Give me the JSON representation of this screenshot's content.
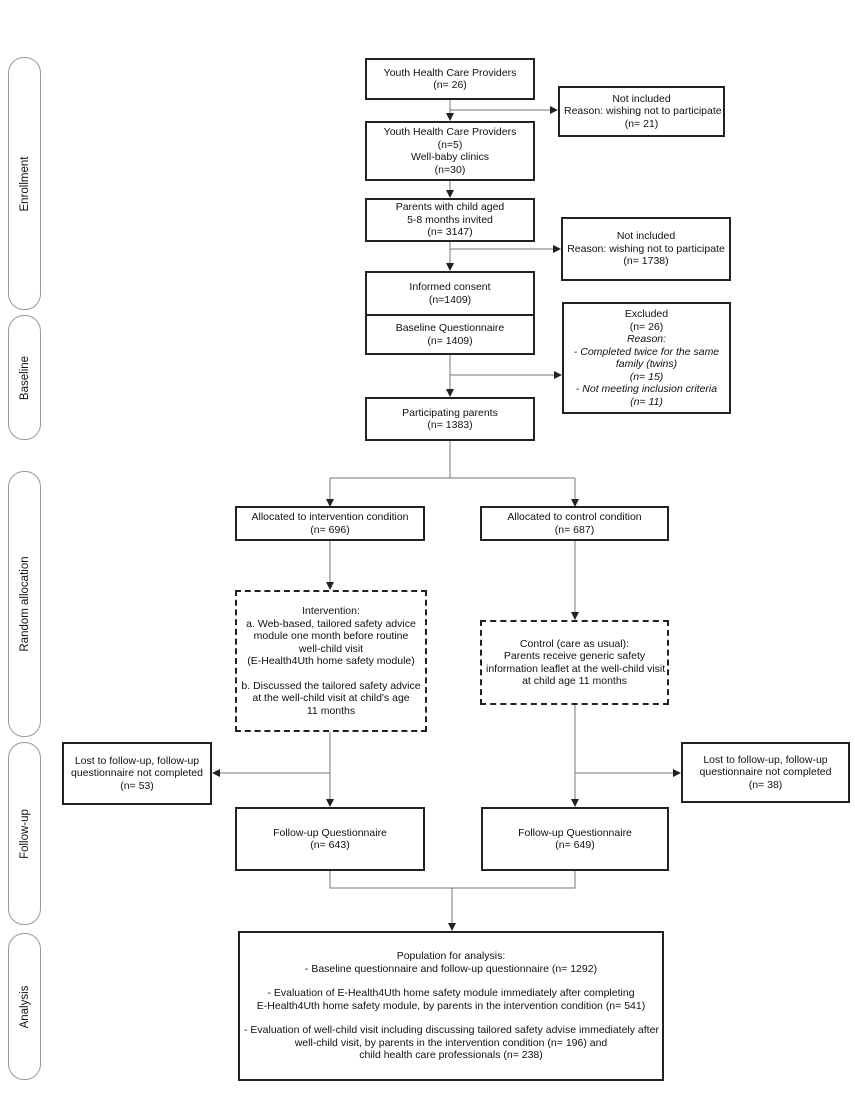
{
  "stages": [
    {
      "id": "enrollment",
      "label": "Enrollment"
    },
    {
      "id": "baseline",
      "label": "Baseline"
    },
    {
      "id": "random-allocation",
      "label": "Random allocation"
    },
    {
      "id": "follow-up",
      "label": "Follow-up"
    },
    {
      "id": "analysis",
      "label": "Analysis"
    }
  ],
  "boxes": {
    "providers_26": {
      "lines": [
        "Youth Health Care Providers",
        "(n= 26)"
      ]
    },
    "not_included_21": {
      "lines": [
        "Not included",
        "Reason: wishing not to participate",
        "(n= 21)"
      ]
    },
    "providers_5": {
      "lines": [
        "Youth Health Care Providers",
        "(n=5)",
        "Well-baby clinics",
        "(n=30)"
      ]
    },
    "parents_invited": {
      "lines": [
        "Parents with child aged",
        "5-8 months invited",
        "(n= 3147)"
      ]
    },
    "not_included_1738": {
      "lines": [
        "Not included",
        "Reason: wishing not to participate",
        "(n= 1738)"
      ]
    },
    "informed_consent": {
      "lines": [
        "Informed consent",
        "(n=1409)"
      ]
    },
    "baseline_questionnaire": {
      "lines": [
        "Baseline Questionnaire",
        "(n= 1409)"
      ]
    },
    "excluded": {
      "lines": [
        "Excluded",
        "(n= 26)",
        "Reason:",
        "- Completed twice for the same",
        "family (twins)",
        "(n= 15)",
        "- Not meeting inclusion criteria",
        "(n= 11)"
      ]
    },
    "participating": {
      "lines": [
        "Participating parents",
        "(n= 1383)"
      ]
    },
    "alloc_intervention": {
      "lines": [
        "Allocated to intervention condition",
        "(n= 696)"
      ]
    },
    "alloc_control": {
      "lines": [
        "Allocated to control condition",
        "(n= 687)"
      ]
    },
    "intervention": {
      "lines": [
        "Intervention:",
        "a. Web-based, tailored safety advice",
        "module one month before routine",
        "well-child visit",
        "(E-Health4Uth home safety module)",
        "b. Discussed the tailored safety advice",
        "at the well-child visit at child's age",
        "11 months"
      ]
    },
    "control": {
      "lines": [
        "Control (care as usual):",
        "Parents receive generic safety",
        "information leaflet at the well-child visit",
        "at child age 11 months"
      ]
    },
    "lost_53": {
      "lines": [
        "Lost to follow-up, follow-up",
        "questionnaire not completed",
        "(n= 53)"
      ]
    },
    "lost_38": {
      "lines": [
        "Lost to follow-up, follow-up",
        "questionnaire not completed",
        "(n= 38)"
      ]
    },
    "followup_643": {
      "lines": [
        "Follow-up Questionnaire",
        "(n= 643)"
      ]
    },
    "followup_649": {
      "lines": [
        "Follow-up Questionnaire",
        "(n= 649)"
      ]
    },
    "analysis": {
      "lines": [
        "Population for analysis:",
        "- Baseline questionnaire and follow-up questionnaire (n= 1292)",
        "- Evaluation of E-Health4Uth home safety module immediately after completing",
        "E-Health4Uth home safety module, by parents in the intervention condition  (n= 541)",
        "- Evaluation of well-child visit including discussing tailored safety advise immediately after",
        "well-child visit, by parents in the intervention condition (n= 196) and",
        "child health care professionals (n= 238)"
      ]
    }
  },
  "colors": {
    "line": "#222222",
    "stage_border": "#999999",
    "background": "#ffffff"
  }
}
